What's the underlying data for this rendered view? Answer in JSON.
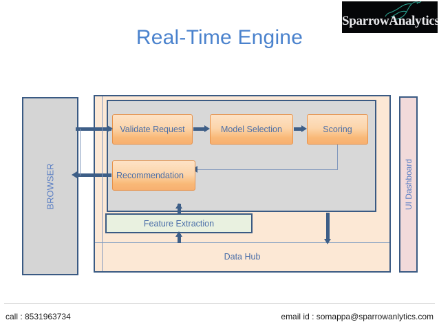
{
  "slide": {
    "title": "Real-Time Engine",
    "title_color": "#4a82cd",
    "background": "#ffffff"
  },
  "logo": {
    "name": "sparrow-analytics-logo",
    "text": "SparrowAnalytics",
    "icon": "bird-icon",
    "background": "#050608",
    "text_color": "#e9e9ec",
    "bird_color": "#2aa08e"
  },
  "diagram": {
    "browser": {
      "label": "BROWSER",
      "fill": "#d5d5d5",
      "border": "#3a5a83",
      "text_color": "#5b7fc4"
    },
    "engine_container": {
      "fill": "#d8d8d8",
      "border": "#3a5a83"
    },
    "outer_container": {
      "fill": "#fce8d5",
      "border": "#3a5a83"
    },
    "process_boxes": [
      {
        "id": "validate",
        "label": "Validate Request",
        "fill_top": "#fde2c6",
        "fill_bottom": "#f7b070",
        "text_color": "#4a6ea8"
      },
      {
        "id": "model",
        "label": "Model Selection",
        "fill_top": "#fde2c6",
        "fill_bottom": "#f7b070",
        "text_color": "#4a6ea8"
      },
      {
        "id": "scoring",
        "label": "Scoring",
        "fill_top": "#fde2c6",
        "fill_bottom": "#f7b070",
        "text_color": "#4a6ea8"
      },
      {
        "id": "recommend",
        "label": "Recommendation",
        "fill_top": "#fde2c6",
        "fill_bottom": "#f7b070",
        "text_color": "#4a6ea8"
      }
    ],
    "feature_extraction": {
      "label": "Feature Extraction",
      "fill": "#e9f1e0",
      "border": "#3a5a83",
      "text_color": "#4a6ea8"
    },
    "data_hub": {
      "label": "Data Hub",
      "fill": "#fce8d5",
      "text_color": "#4a6ea8"
    },
    "ui_dashboard": {
      "label": "UI Dashboard",
      "fill": "#f2dada",
      "border": "#3a5a83",
      "text_color": "#5b7fc4"
    },
    "connector_color": "#3d5e87",
    "thin_connector_color": "#8298bd"
  },
  "footer": {
    "call": "call : 8531963734",
    "email": "email id : somappa@sparrowanlytics.com",
    "rule_color": "#c8c8c8"
  }
}
